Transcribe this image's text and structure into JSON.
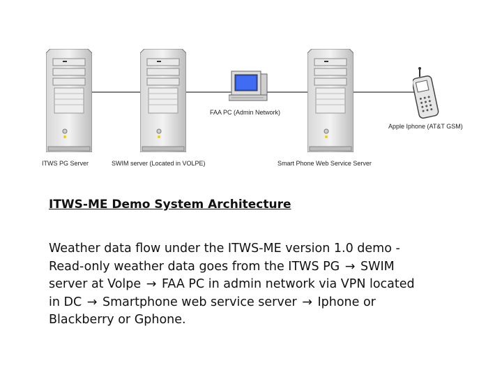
{
  "diagram": {
    "nodes": [
      {
        "label": "ITWS PG Server"
      },
      {
        "label": "SWIM server (Located in VOLPE)"
      },
      {
        "label": "FAA PC (Admin Network)"
      },
      {
        "label": "Smart Phone Web Service Server"
      },
      {
        "label": "Apple Iphone (AT&T GSM)"
      }
    ]
  },
  "content": {
    "title": "ITWS-ME Demo System Architecture",
    "lines": [
      [
        "Weather data flow under the ITWS-ME version 1.0 demo -"
      ],
      [
        "Read-only weather data goes from the ITWS PG ",
        " SWIM"
      ],
      [
        "server at Volpe ",
        " FAA PC in admin network via VPN located"
      ],
      [
        "in DC ",
        " Smartphone web service server ",
        " Iphone or"
      ],
      [
        "Blackberry or Gphone."
      ]
    ],
    "arrow_glyph": "→"
  }
}
